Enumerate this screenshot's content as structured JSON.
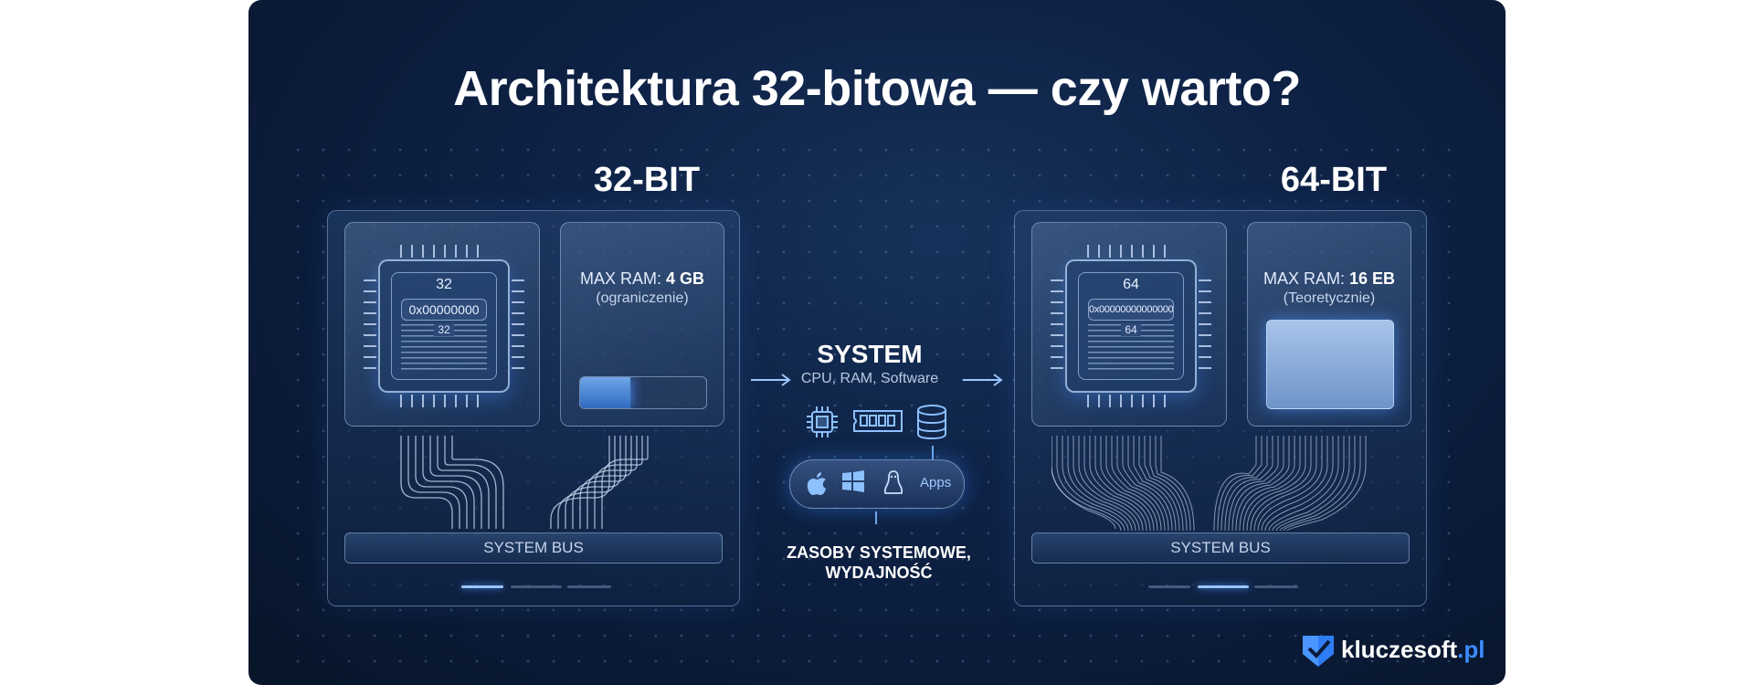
{
  "title": "Architektura 32-bitowa — czy warto?",
  "left": {
    "heading": "32-BIT",
    "chip": {
      "top_number": "32",
      "address": "0x00000000",
      "inner_number": "32"
    },
    "ram": {
      "label": "MAX RAM: ",
      "value": "4 GB",
      "note": "(ograniczenie)",
      "fill_percent": 40
    },
    "bus_label": "SYSTEM BUS",
    "indicator_active": 0
  },
  "right": {
    "heading": "64-BIT",
    "chip": {
      "top_number": "64",
      "address": "0x0000000000000000",
      "inner_number": "64"
    },
    "ram": {
      "label": "MAX RAM: ",
      "value": "16 EB",
      "note": "(Teoretycznie)",
      "fill_percent": 100
    },
    "bus_label": "SYSTEM BUS",
    "indicator_active": 1
  },
  "center": {
    "title": "SYSTEM",
    "subtitle": "CPU, RAM, Software",
    "icons": [
      "cpu-icon",
      "ram-module-icon",
      "database-icon"
    ],
    "os_icons": [
      "apple-icon",
      "windows-icon",
      "linux-icon"
    ],
    "apps_label": "Apps",
    "footer_line1": "ZASOBY SYSTEMOWE,",
    "footer_line2": "WYDAJNOŚĆ"
  },
  "brand": {
    "name": "kluczesoft",
    "tld": ".pl",
    "accent": "#3d8bff"
  },
  "colors": {
    "background": "#0b1b38",
    "accent_glow": "#4a90ff",
    "text": "#ffffff"
  }
}
